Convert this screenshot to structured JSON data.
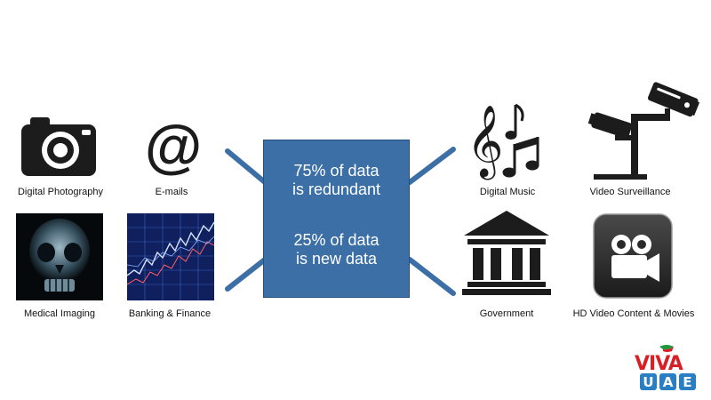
{
  "colors": {
    "box_fill": "#3b6fa6",
    "connector": "#3b6fa6",
    "icon_dark": "#1c1c1c"
  },
  "center": {
    "line1": "75% of data",
    "line2": "is redundant",
    "line3": "25% of data",
    "line4": "is new data"
  },
  "sources": [
    {
      "label": "Digital Photography",
      "icon": "camera-icon"
    },
    {
      "label": "E-mails",
      "icon": "at-sign-icon"
    },
    {
      "label": "Medical Imaging",
      "icon": "skull-xray-image"
    },
    {
      "label": "Banking & Finance",
      "icon": "stock-chart-image"
    },
    {
      "label": "Digital Music",
      "icon": "music-notes-icon"
    },
    {
      "label": "Video Surveillance",
      "icon": "security-camera-icon"
    },
    {
      "label": "Government",
      "icon": "government-building-icon"
    },
    {
      "label": "HD Video Content & Movies",
      "icon": "video-camera-icon"
    }
  ],
  "logo": {
    "text_top": "VIVA",
    "text_bottom": "UAE"
  }
}
